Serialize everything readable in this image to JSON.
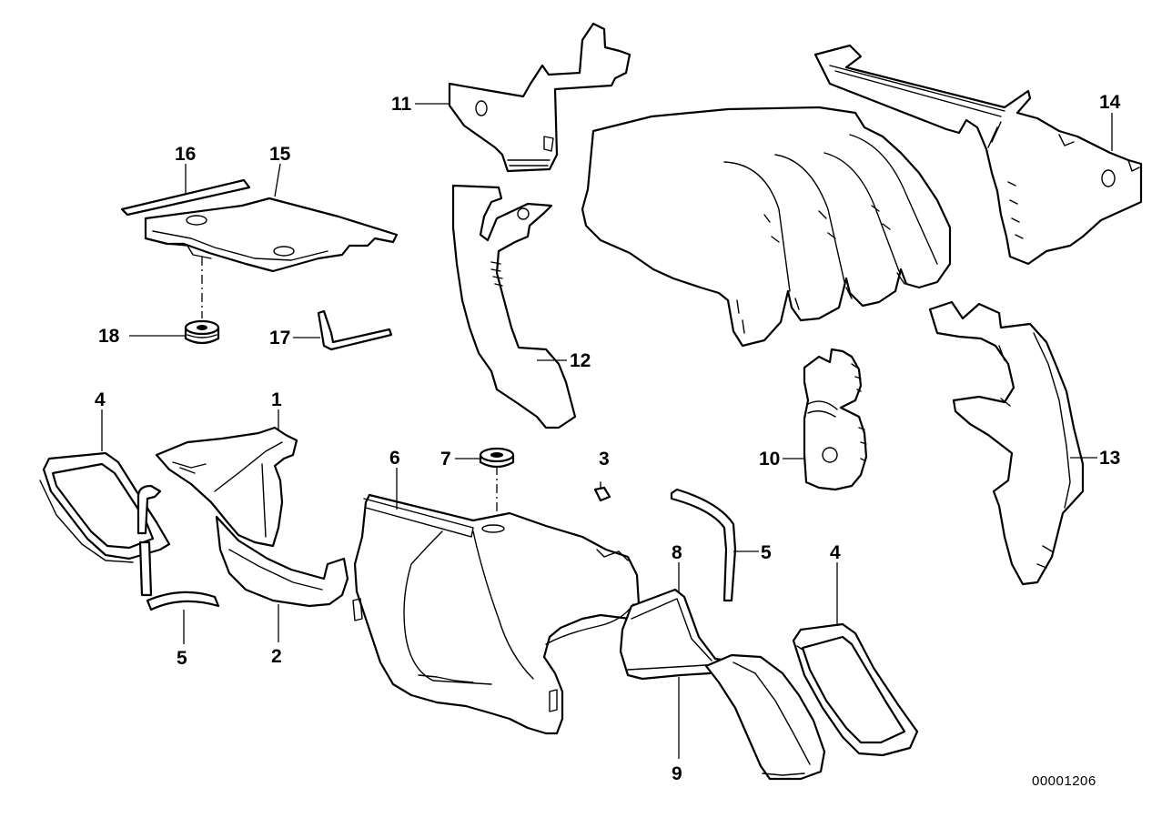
{
  "diagram": {
    "callouts": {
      "p1": "1",
      "p2": "2",
      "p3": "3",
      "p4a": "4",
      "p4b": "4",
      "p5a": "5",
      "p5b": "5",
      "p6": "6",
      "p7": "7",
      "p8": "8",
      "p9": "9",
      "p10": "10",
      "p11": "11",
      "p12": "12",
      "p13": "13",
      "p14": "14",
      "p15": "15",
      "p16": "16",
      "p17": "17",
      "p18": "18"
    },
    "document_number": "00001206"
  },
  "colors": {
    "ink": "#000000",
    "paper": "#ffffff"
  }
}
